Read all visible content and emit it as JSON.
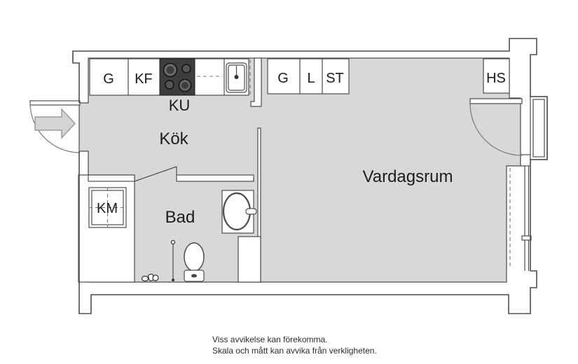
{
  "plan": {
    "rooms": {
      "kitchen": "Kök",
      "living_room": "Vardagsrum",
      "bathroom": "Bad"
    },
    "fixtures": {
      "kitchen_unit": "KU",
      "washing_machine": "KM"
    },
    "closets": {
      "kitchen_cabinet_g": "G",
      "fridge_freezer": "KF",
      "closet_g": "G",
      "linen_closet": "L",
      "storage_closet": "ST",
      "hall_shelf": "HS"
    },
    "colors": {
      "floor": "#d8d8d8",
      "line": "#4d4d4d",
      "stove": "#3d3d3d",
      "arrow_fill": "#d4d4d4"
    }
  },
  "footer": {
    "line1": "Viss avvikelse kan förekomma.",
    "line2": "Skala och mått kan avvika från verkligheten."
  }
}
